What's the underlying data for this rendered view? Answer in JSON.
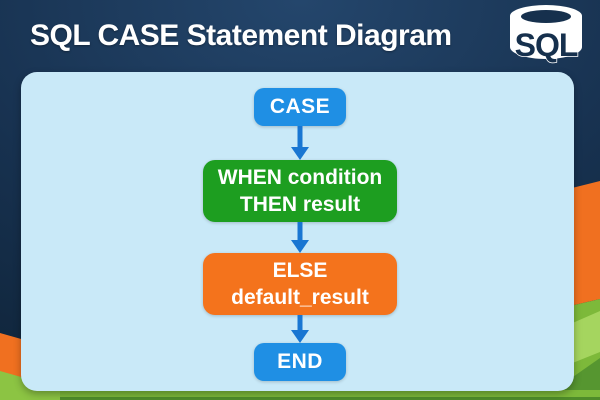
{
  "header": {
    "title": "SQL CASE Statement Diagram",
    "icon_label": "SQL"
  },
  "flow": {
    "case_label": "CASE",
    "when_line1": "WHEN condition",
    "when_line2": "THEN result",
    "else_line1": "ELSE",
    "else_line2": "default_result",
    "end_label": "END"
  },
  "colors": {
    "background_navy": "#16304d",
    "panel_light_blue": "#c9e9f8",
    "node_blue": "#1f8fe4",
    "node_green": "#1d9e20",
    "node_orange": "#f4731c",
    "arrow_blue": "#1976d2",
    "accent_orange": "#f07020",
    "accent_green": "#7db93a",
    "accent_green_light": "#a5d55f",
    "accent_green_dark": "#569630",
    "text_white": "#ffffff"
  }
}
